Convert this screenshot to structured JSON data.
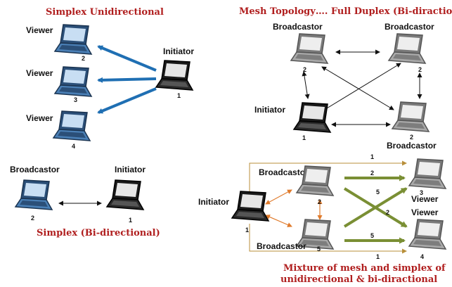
{
  "sections": {
    "simplex_uni_title": "Simplex Unidirectional",
    "mesh_title": "Mesh Topology…. Full Duplex (Bi-diractional)",
    "simplex_bi_title": "Simplex (Bi-directional)",
    "mixture_title_line1": "Mixture of mesh and simplex of",
    "mixture_title_line2": "unidirectional & bi-diractional"
  },
  "simplex_uni": {
    "initiator": {
      "label": "Initiator",
      "num": "1"
    },
    "viewers": [
      {
        "label": "Viewer",
        "num": "2"
      },
      {
        "label": "Viewer",
        "num": "3"
      },
      {
        "label": "Viewer",
        "num": "4"
      }
    ]
  },
  "simplex_bi": {
    "broadcastor": {
      "label": "Broadcastor",
      "num": "2"
    },
    "initiator": {
      "label": "Initiator",
      "num": "1"
    }
  },
  "mesh": {
    "top_left": {
      "label": "Broadcastor",
      "num": "2"
    },
    "top_right": {
      "label": "Broadcastor",
      "num": "2"
    },
    "initiator": {
      "label": "Initiator",
      "num": "1"
    },
    "bottom_right": {
      "label": "Broadcastor",
      "num": "2"
    }
  },
  "mixture": {
    "initiator": {
      "label": "Initiator",
      "num": "1"
    },
    "broadcastor_top": {
      "label": "Broadcastor",
      "num": "2"
    },
    "broadcastor_bottom": {
      "label": "Broadcastor",
      "num": "5"
    },
    "viewer_top": {
      "label": "Viewer",
      "num": "3"
    },
    "viewer_bottom": {
      "label": "Viewer",
      "num": "4"
    },
    "link_labels": {
      "top_line": "1",
      "b2_to_v3": "2",
      "b5_to_v3": "5",
      "b2_to_v4": "2",
      "b5_to_v4": "5",
      "bottom_line": "1"
    }
  },
  "colors": {
    "title_red": "#b01e1e",
    "viewer_blue": "#4a7fb5",
    "broadcaster_gray": "#a9a9a9",
    "initiator_black": "#1a1a1a",
    "uni_arrow_blue": "#1f6fb3",
    "bi_arrow_orange": "#e07b2c",
    "mixture_green": "#7a8f34"
  }
}
